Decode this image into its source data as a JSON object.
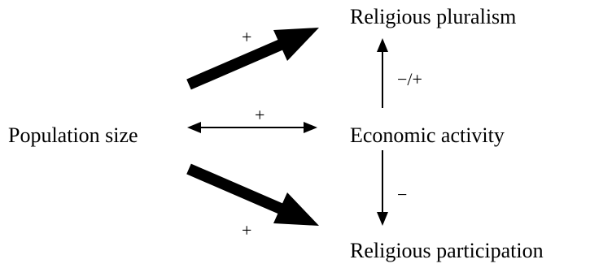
{
  "nodes": {
    "population": "Population size",
    "pluralism": "Religious pluralism",
    "economic": "Economic activity",
    "participation": "Religious participation"
  },
  "edges": {
    "population_pluralism": {
      "sign": "+",
      "direction": "population to pluralism",
      "weight": "thick"
    },
    "population_economic": {
      "sign": "+",
      "direction": "bidirectional",
      "weight": "thin"
    },
    "population_participation": {
      "sign": "+",
      "direction": "population to participation",
      "weight": "thick"
    },
    "economic_pluralism": {
      "sign": "−/+",
      "direction": "economic to pluralism",
      "weight": "thin"
    },
    "economic_participation": {
      "sign": "−",
      "direction": "economic to participation",
      "weight": "thin"
    }
  },
  "colors": {
    "ink": "#000000",
    "background": "#ffffff"
  }
}
